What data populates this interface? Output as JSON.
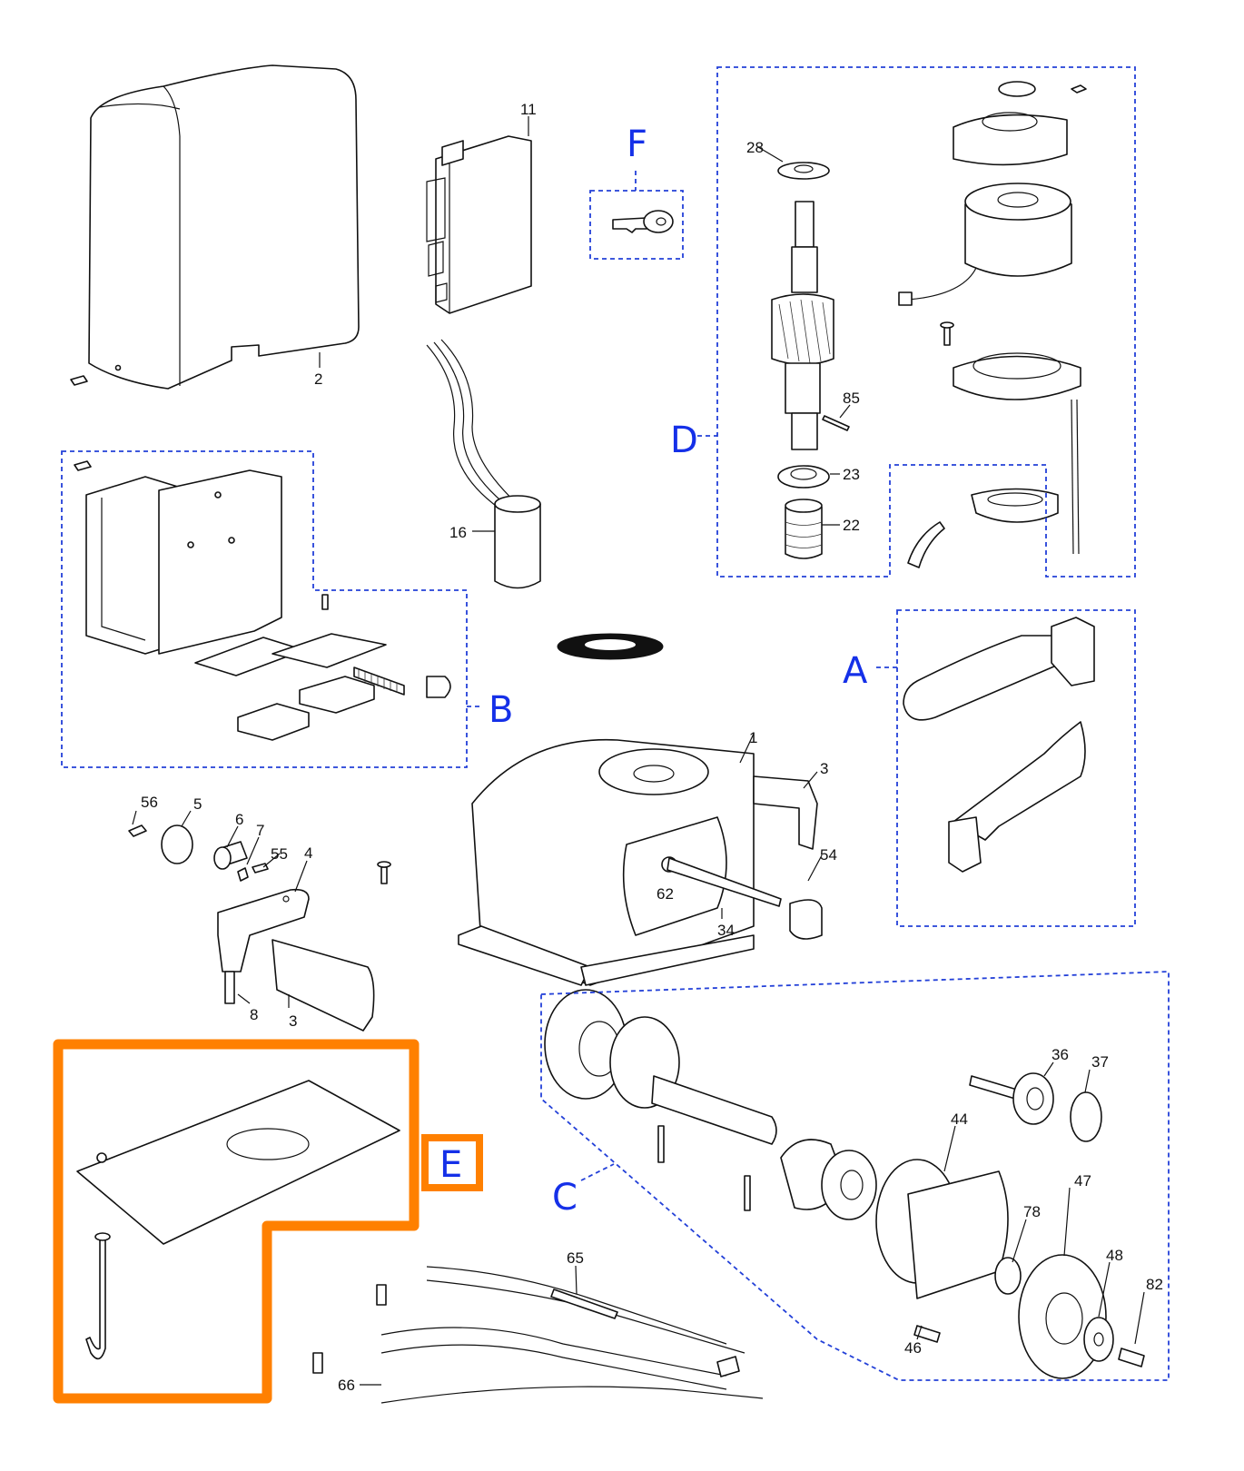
{
  "groups": {
    "A": "A",
    "B": "B",
    "C": "C",
    "D": "D",
    "E": "E",
    "F": "F"
  },
  "parts": {
    "p1": "1",
    "p2": "2",
    "p3a": "3",
    "p3b": "3",
    "p4": "4",
    "p5": "5",
    "p6": "6",
    "p7": "7",
    "p8": "8",
    "p11": "11",
    "p16": "16",
    "p22": "22",
    "p23": "23",
    "p28": "28",
    "p34": "34",
    "p36": "36",
    "p37": "37",
    "p44": "44",
    "p46": "46",
    "p47": "47",
    "p48": "48",
    "p54": "54",
    "p55": "55",
    "p56": "56",
    "p62": "62",
    "p65": "65",
    "p66": "66",
    "p78": "78",
    "p82": "82",
    "p85": "85"
  },
  "colors": {
    "group_outline": "#2340d8",
    "group_label": "#1530e8",
    "highlight": "#ff8000",
    "line_art": "#111111"
  }
}
